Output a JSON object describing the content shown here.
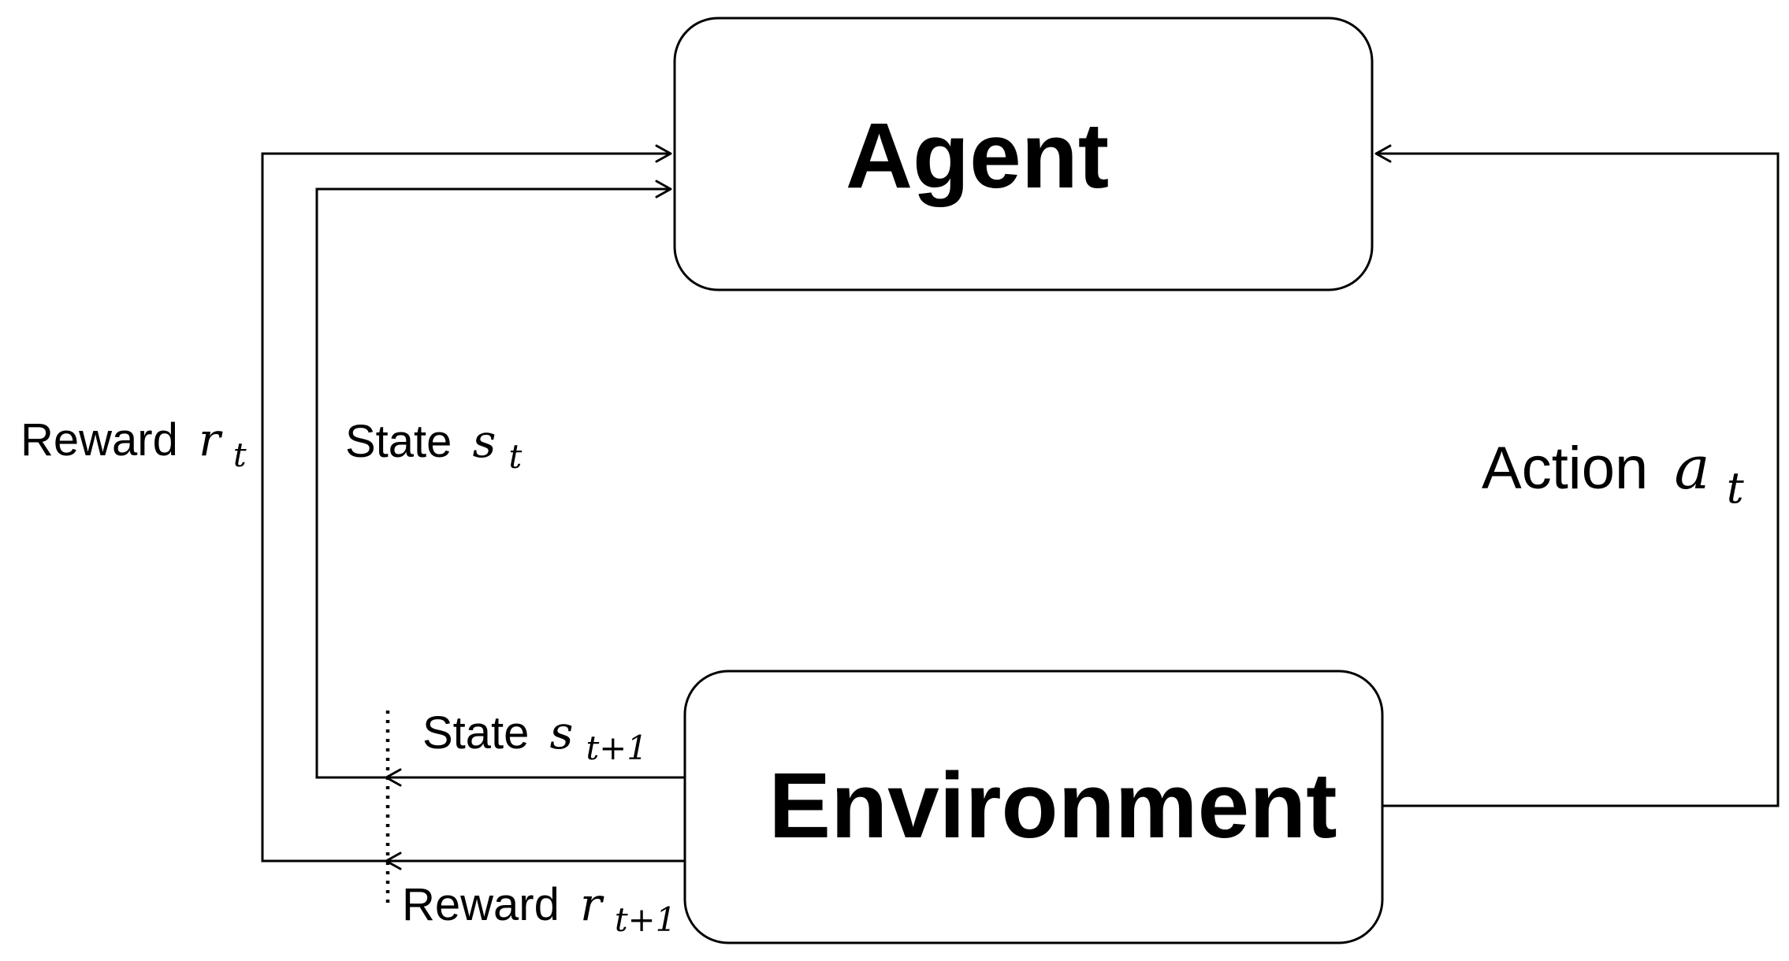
{
  "agent": {
    "title": "Agent"
  },
  "environment": {
    "title": "Environment"
  },
  "labels": {
    "reward_t": {
      "word": "Reward",
      "symbol": "r",
      "subscript": "t"
    },
    "state_t": {
      "word": "State",
      "symbol": "s",
      "subscript": "t"
    },
    "action_t": {
      "word": "Action",
      "symbol": "a",
      "subscript": "t"
    },
    "state_t1": {
      "word": "State",
      "symbol": "s",
      "subscript": "t+1"
    },
    "reward_t1": {
      "word": "Reward",
      "symbol": "r",
      "subscript": "t+1"
    }
  },
  "colors": {
    "stroke": "#000000",
    "background": "#ffffff"
  }
}
